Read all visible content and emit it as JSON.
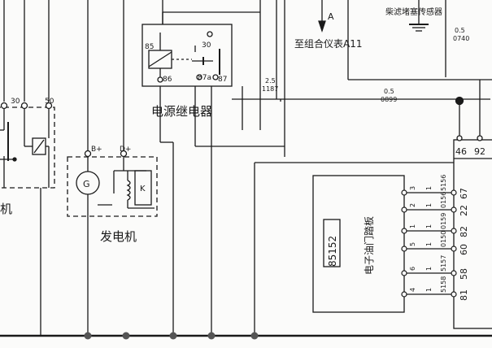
{
  "labels": {
    "power_relay": "电源继电器",
    "generator": "发电机",
    "starter_partial": "机",
    "to_gauge": "至组合仪表A11",
    "filter_sensor": "柴滤堵塞传感器",
    "module_code": "85152",
    "module_name": "电子油门踏板",
    "pin_a": "A"
  },
  "relay_pins": {
    "p85": "85",
    "p86": "86",
    "p30": "30",
    "p87a": "87a",
    "p87": "87"
  },
  "starter_pins": {
    "p30": "30",
    "p50": "50"
  },
  "generator_pins": {
    "bplus": "B+",
    "dplus": "D+",
    "gen_symbol": "G",
    "reg_symbol": "K"
  },
  "wires": {
    "w1187": {
      "gauge": "2.5",
      "code": "1187"
    },
    "w0899": {
      "gauge": "0.5",
      "code": "0899"
    },
    "w0740": {
      "gauge": "0.5",
      "code": "0740"
    }
  },
  "ecu_pins_top": {
    "p46": "46",
    "p92": "92"
  },
  "ecu_pins_right": [
    "67",
    "22",
    "82",
    "60",
    "58",
    "81"
  ],
  "module_pins": [
    "3",
    "2",
    "1",
    "5",
    "6",
    "4"
  ],
  "module_wires": [
    "5156",
    "0156",
    "0159",
    "0150",
    "5157",
    "5158"
  ],
  "module_wire_gauges": [
    "1",
    "1",
    "1",
    "1",
    "1",
    "1"
  ]
}
